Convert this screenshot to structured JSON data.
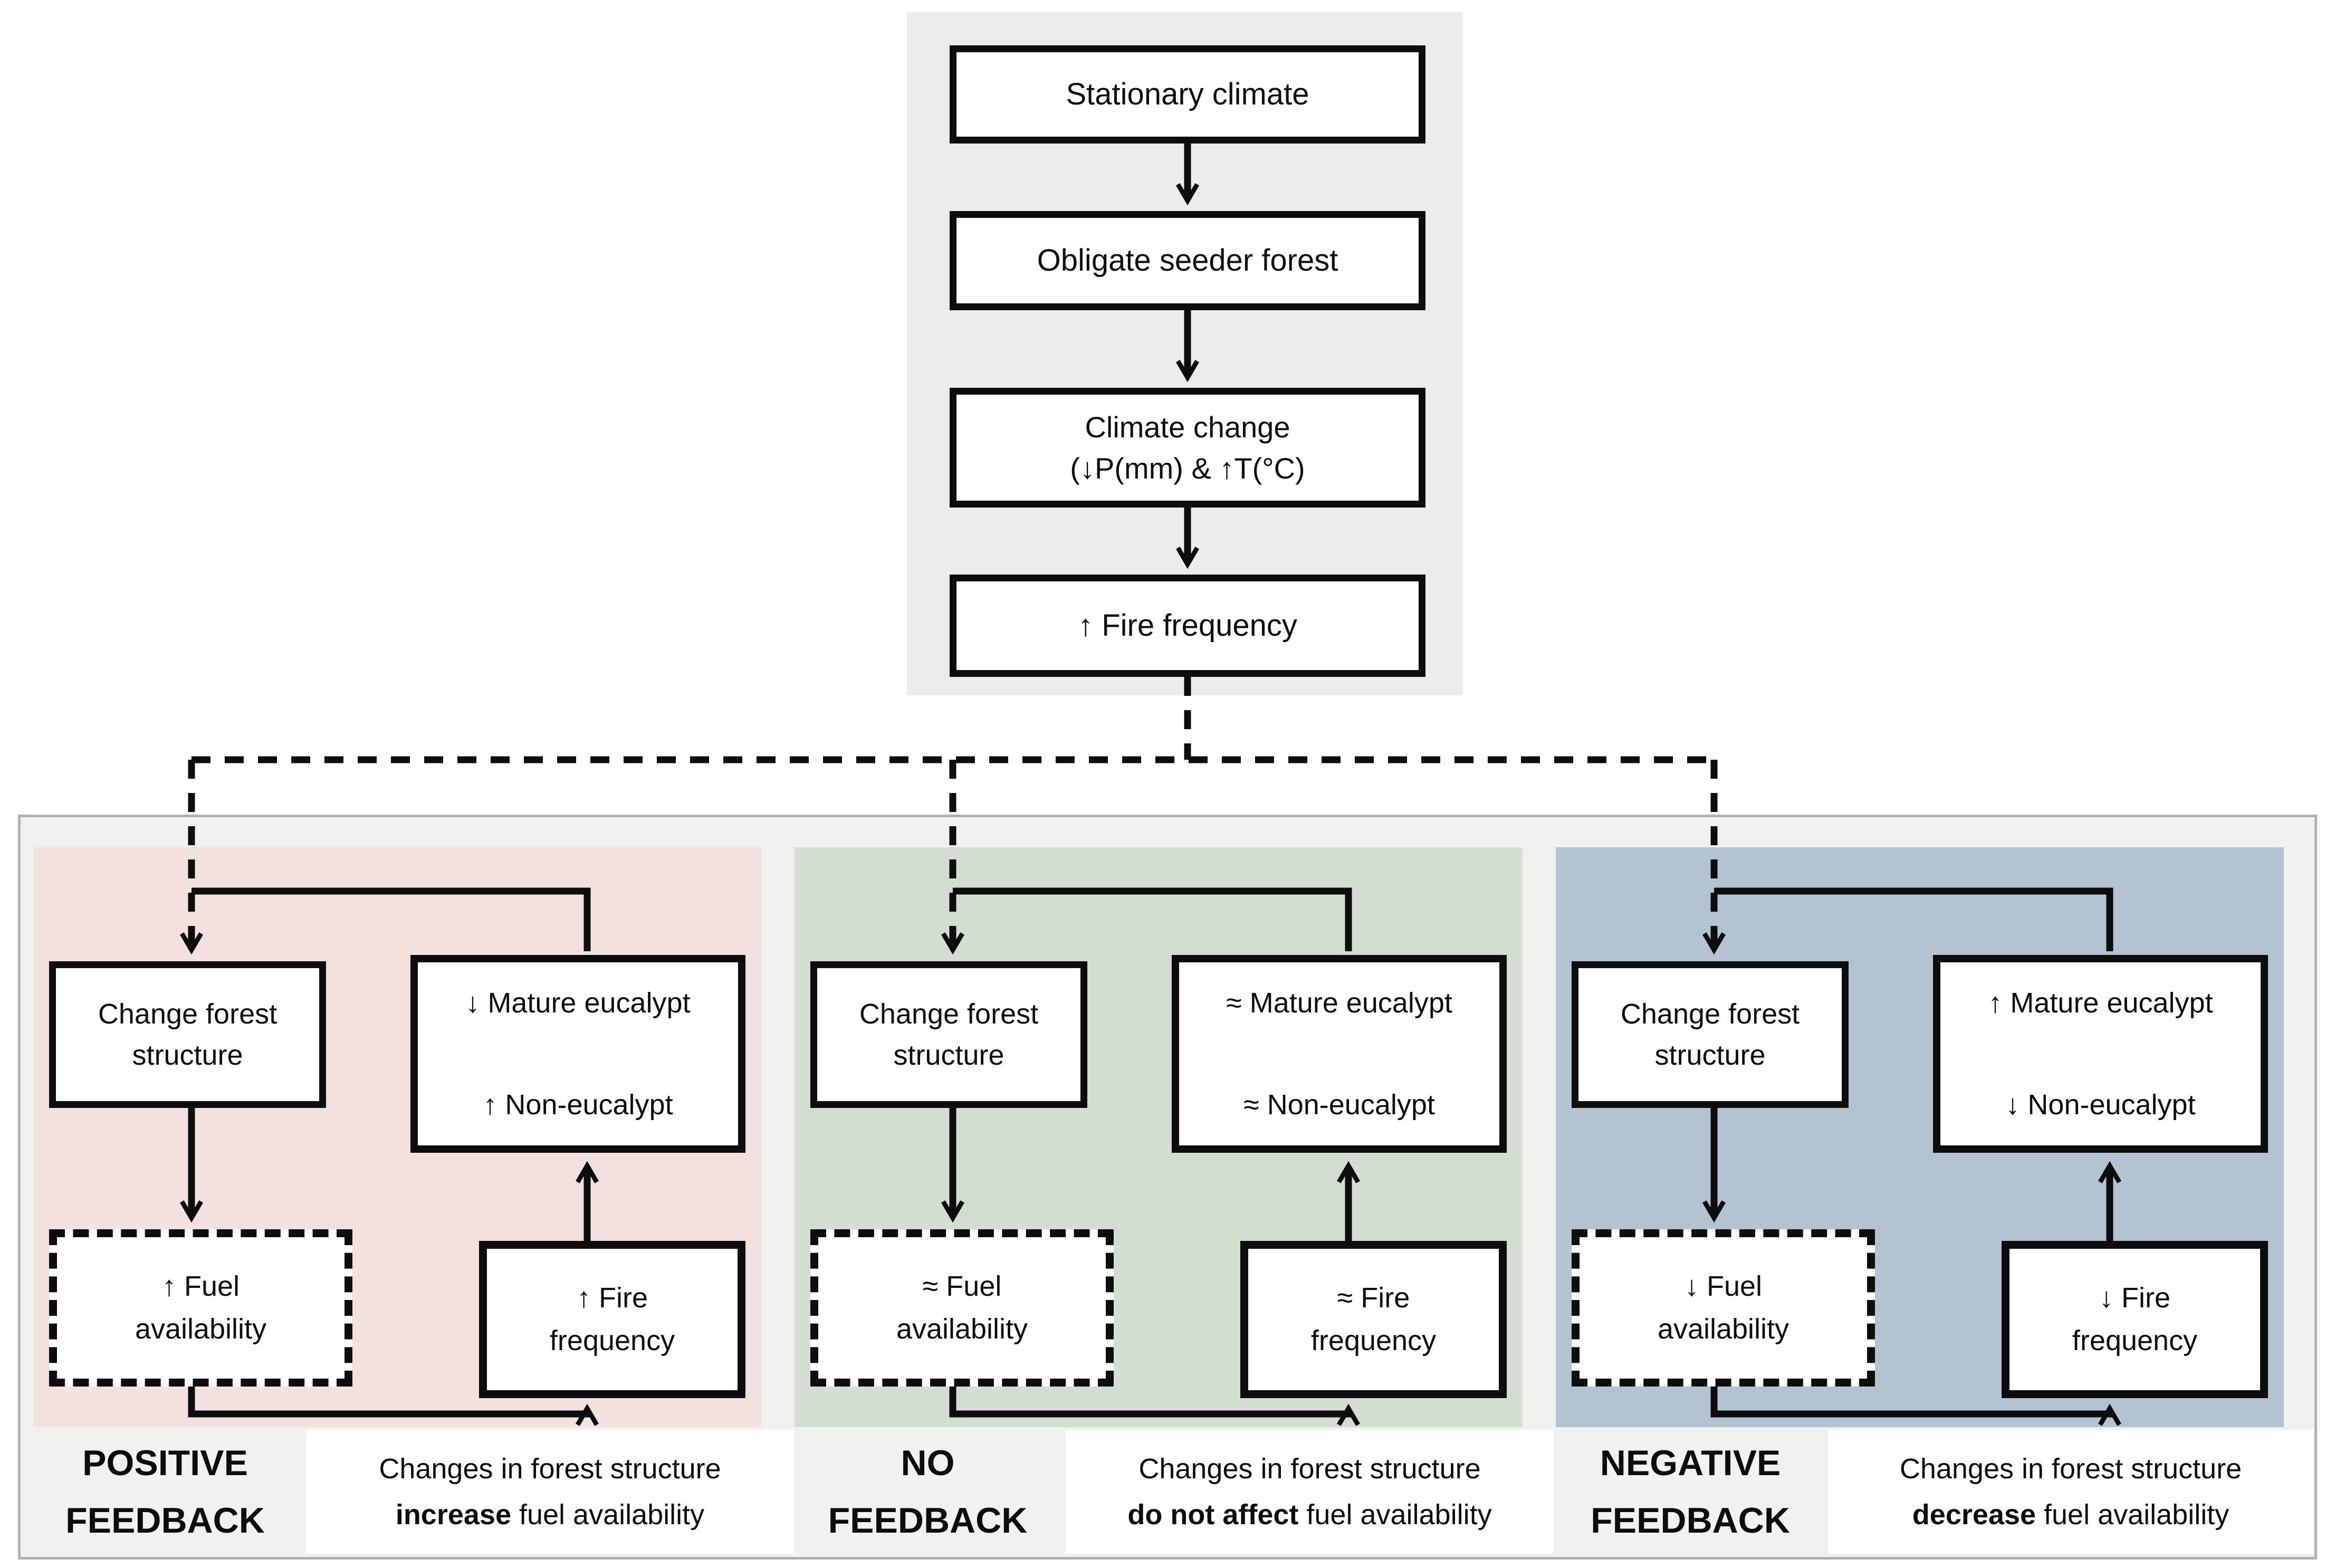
{
  "top_flow": {
    "step1": "Stationary climate",
    "step2": "Obligate seeder forest",
    "step3_line1": "Climate change",
    "step3_line2": "(↓P(mm) & ↑T(°C)",
    "step4": "↑ Fire frequency"
  },
  "panels": [
    {
      "feedback_line1": "POSITIVE",
      "feedback_line2": "FEEDBACK",
      "bg": "#f2e1de",
      "change_line1": "Change forest",
      "change_line2": "structure",
      "mature": "↓ Mature eucalypt",
      "non_eucalypt": "↑ Non-eucalypt",
      "fuel_line1": "↑ Fuel",
      "fuel_line2": "availability",
      "fire_line1": "↑ Fire",
      "fire_line2": "frequency",
      "caption_line1": "Changes in forest structure",
      "caption_bold": "increase",
      "caption_rest": " fuel availability"
    },
    {
      "feedback_line1": "NO",
      "feedback_line2": "FEEDBACK",
      "bg": "#d4ddd2",
      "change_line1": "Change forest",
      "change_line2": "structure",
      "mature": "≈ Mature eucalypt",
      "non_eucalypt": "≈ Non-eucalypt",
      "fuel_line1": "≈ Fuel",
      "fuel_line2": "availability",
      "fire_line1": "≈ Fire",
      "fire_line2": "frequency",
      "caption_line1": "Changes in forest structure",
      "caption_bold": "do not affect",
      "caption_rest": " fuel availability"
    },
    {
      "feedback_line1": "NEGATIVE",
      "feedback_line2": "FEEDBACK",
      "bg": "#b4c3d2",
      "change_line1": "Change forest",
      "change_line2": "structure",
      "mature": "↑ Mature eucalypt",
      "non_eucalypt": "↓ Non-eucalypt",
      "fuel_line1": "↓ Fuel",
      "fuel_line2": "availability",
      "fire_line1": "↓ Fire",
      "fire_line2": "frequency",
      "caption_line1": "Changes in forest structure",
      "caption_bold": "decrease",
      "caption_rest": " fuel availability"
    }
  ],
  "colors": {
    "top_backdrop": "#ececec",
    "outer_panel_bg": "#f1f1f0",
    "outer_border": "#b0b3b3",
    "positive_panel_bg": "#f2e1de",
    "no_panel_bg": "#d4ddd2",
    "negative_panel_bg": "#b4c3d2",
    "line": "#0d0d0d"
  }
}
